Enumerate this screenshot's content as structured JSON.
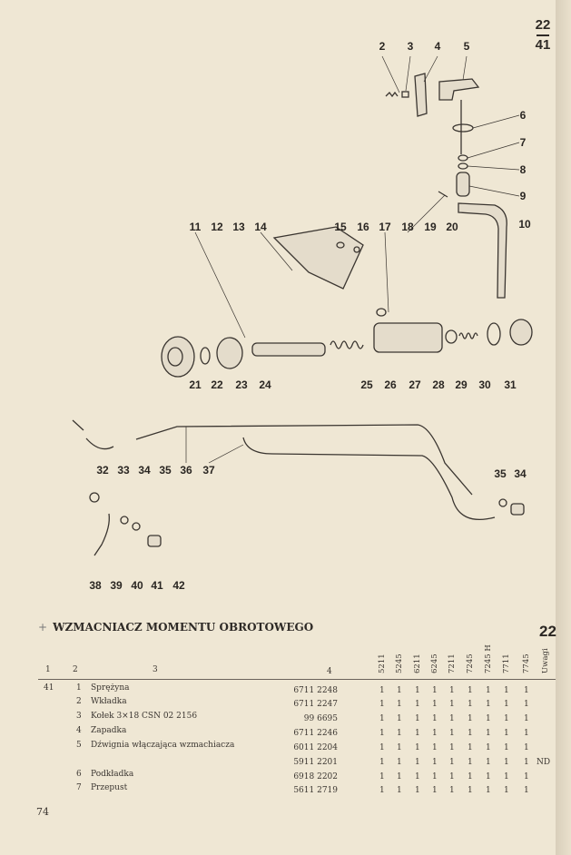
{
  "page_ref": {
    "top": "22",
    "bottom": "41"
  },
  "callouts": [
    "2",
    "3",
    "4",
    "5",
    "6",
    "7",
    "8",
    "9",
    "10",
    "11",
    "12",
    "13",
    "14",
    "15",
    "16",
    "17",
    "18",
    "19",
    "20",
    "21",
    "22",
    "23",
    "24",
    "25",
    "26",
    "27",
    "28",
    "29",
    "30",
    "31",
    "32",
    "33",
    "34",
    "35",
    "36",
    "37",
    "35",
    "34",
    "38",
    "39",
    "40",
    "41",
    "42"
  ],
  "title": "WZMACNIACZ MOMENTU OBROTOWEGO",
  "section": "22",
  "table": {
    "headers": [
      "1",
      "2",
      "3",
      "4"
    ],
    "models": [
      "5211",
      "5245",
      "6211",
      "6245",
      "7211",
      "7245",
      "7245 H",
      "7711",
      "7745",
      "Uwagi"
    ],
    "rows": [
      {
        "group": "41",
        "pos": "1",
        "name": "Sprężyna",
        "part": "6711 2248",
        "qty": [
          "1",
          "1",
          "1",
          "1",
          "1",
          "1",
          "1",
          "1",
          "1"
        ],
        "note": ""
      },
      {
        "group": "",
        "pos": "2",
        "name": "Wkładka",
        "part": "6711 2247",
        "qty": [
          "1",
          "1",
          "1",
          "1",
          "1",
          "1",
          "1",
          "1",
          "1"
        ],
        "note": ""
      },
      {
        "group": "",
        "pos": "3",
        "name": "Kołek 3×18   CSN 02 2156",
        "part": "99 6695",
        "qty": [
          "1",
          "1",
          "1",
          "1",
          "1",
          "1",
          "1",
          "1",
          "1"
        ],
        "note": ""
      },
      {
        "group": "",
        "pos": "4",
        "name": "Zapadka",
        "part": "6711 2246",
        "qty": [
          "1",
          "1",
          "1",
          "1",
          "1",
          "1",
          "1",
          "1",
          "1"
        ],
        "note": ""
      },
      {
        "group": "",
        "pos": "5",
        "name": "Dźwignia włączająca wzmachiacza",
        "part": "6011 2204",
        "qty": [
          "1",
          "1",
          "1",
          "1",
          "1",
          "1",
          "1",
          "1",
          "1"
        ],
        "note": ""
      },
      {
        "group": "",
        "pos": "",
        "name": "",
        "part": "5911 2201",
        "qty": [
          "1",
          "1",
          "1",
          "1",
          "1",
          "1",
          "1",
          "1",
          "1"
        ],
        "note": "ND"
      },
      {
        "group": "",
        "pos": "6",
        "name": "Podkładka",
        "part": "6918 2202",
        "qty": [
          "1",
          "1",
          "1",
          "1",
          "1",
          "1",
          "1",
          "1",
          "1"
        ],
        "note": ""
      },
      {
        "group": "",
        "pos": "7",
        "name": "Przepust",
        "part": "5611 2719",
        "qty": [
          "1",
          "1",
          "1",
          "1",
          "1",
          "1",
          "1",
          "1",
          "1"
        ],
        "note": ""
      }
    ]
  },
  "page_number": "74"
}
